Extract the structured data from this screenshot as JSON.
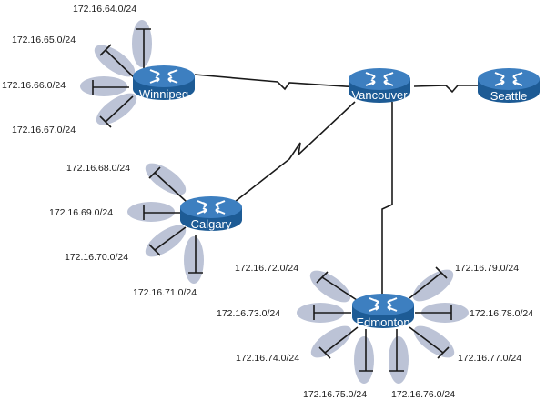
{
  "routers": {
    "winnipeg": {
      "name": "Winnipeg"
    },
    "vancouver": {
      "name": "Vancouver"
    },
    "seattle": {
      "name": "Seattle"
    },
    "calgary": {
      "name": "Calgary"
    },
    "edmonton": {
      "name": "Edmonton"
    }
  },
  "subnets": {
    "winnipeg": [
      "172.16.64.0/24",
      "172.16.65.0/24",
      "172.16.66.0/24",
      "172.16.67.0/24"
    ],
    "calgary": [
      "172.16.68.0/24",
      "172.16.69.0/24",
      "172.16.70.0/24",
      "172.16.71.0/24"
    ],
    "edmonton": [
      "172.16.72.0/24",
      "172.16.73.0/24",
      "172.16.74.0/24",
      "172.16.75.0/24",
      "172.16.76.0/24",
      "172.16.77.0/24",
      "172.16.78.0/24",
      "172.16.79.0/24"
    ]
  },
  "colors": {
    "router_top": "#3d7fc0",
    "router_side": "#1d5b95",
    "petal": "#bcc3d6",
    "line": "#1a1a1a"
  },
  "icons": {
    "router": "router-icon",
    "lan": "lan-stub-icon",
    "serial": "serial-link-icon"
  }
}
